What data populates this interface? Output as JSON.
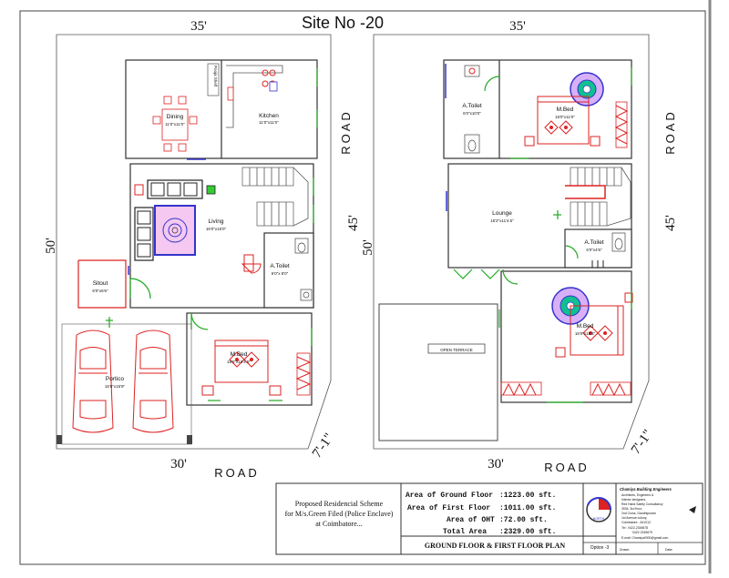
{
  "title": "Site No -20",
  "ground": {
    "dims": {
      "top": "35'",
      "left": "50'",
      "right": "45'",
      "bottom": "30'",
      "chamfer": "7'-1\""
    },
    "road_right": "ROAD",
    "road_bottom": "ROAD",
    "rooms": {
      "pooja": "Pooja Shelf",
      "dining": {
        "name": "Dining",
        "size": "11'0\"x11'0\""
      },
      "kitchen": {
        "name": "Kitchen",
        "size": "11'0\"x11'0\""
      },
      "living": {
        "name": "Living",
        "size": "16'0\"x16'0\""
      },
      "toilet": {
        "name": "A.Toilet",
        "size": "6'0\"x 8'0\""
      },
      "sitout": {
        "name": "Sitout",
        "size": "6'0\"x6'6\""
      },
      "mbed": {
        "name": "M.Bed",
        "size": "15'6\"x10'4.5\""
      },
      "portico": {
        "name": "Portico",
        "size": "15'6\"x15'9\""
      }
    }
  },
  "first": {
    "dims": {
      "top": "35'",
      "left": "50'",
      "right": "45'",
      "bottom": "30'",
      "chamfer": "7'-1\""
    },
    "road_right": "ROAD",
    "road_bottom": "ROAD",
    "rooms": {
      "toilet1": {
        "name": "A.Toilet",
        "size": "6'0\"x10'0\""
      },
      "mbed1": {
        "name": "M.Bed",
        "size": "16'0\"x11'0\""
      },
      "lounge": {
        "name": "Lounge",
        "size": "15'2\"x11'4.5\""
      },
      "toilet2": {
        "name": "A.Toilet",
        "size": "6'0\"x4'6\""
      },
      "terrace": "OPEN TERRACE",
      "mbed2": {
        "name": "M.Bed",
        "size": "16'0\"x15'3\""
      }
    }
  },
  "title_block": {
    "scheme": [
      "Proposed Residencial Scheme",
      "for M/s.Green Filed (Police Enclave)",
      "at Coimbatore..."
    ],
    "areas": [
      {
        "label": "Area of Ground Floor",
        "value": ":1223.00 sft."
      },
      {
        "label": "Area of First Floor",
        "value": ":1011.00 sft."
      },
      {
        "label": "Area of OHT",
        "value": ":72.00 sft."
      },
      {
        "label": "Total Area",
        "value": ":2329.00 sft."
      }
    ],
    "plan_title": "GROUND FLOOR & FIRST FLOOR PLAN",
    "option": "Option -3",
    "logo_text": "NORTH",
    "firm": "Chamiya Building Engineers",
    "firm_lines": [
      "Architects, Engineers &",
      "Interior designers,",
      "Red Hand Safety Consultancy",
      "3934, 3rd floor,",
      "2nd Cross, Gandhipuram",
      "1st Avenue colony,",
      "Coimbatore - 641012."
    ],
    "phone": [
      "Tel : 0422-2345678",
      "0422-2345679"
    ],
    "email": "E-mail: Chamiya0000@gmail.com",
    "field_left": "Drawn:",
    "field_right": "Date:"
  }
}
